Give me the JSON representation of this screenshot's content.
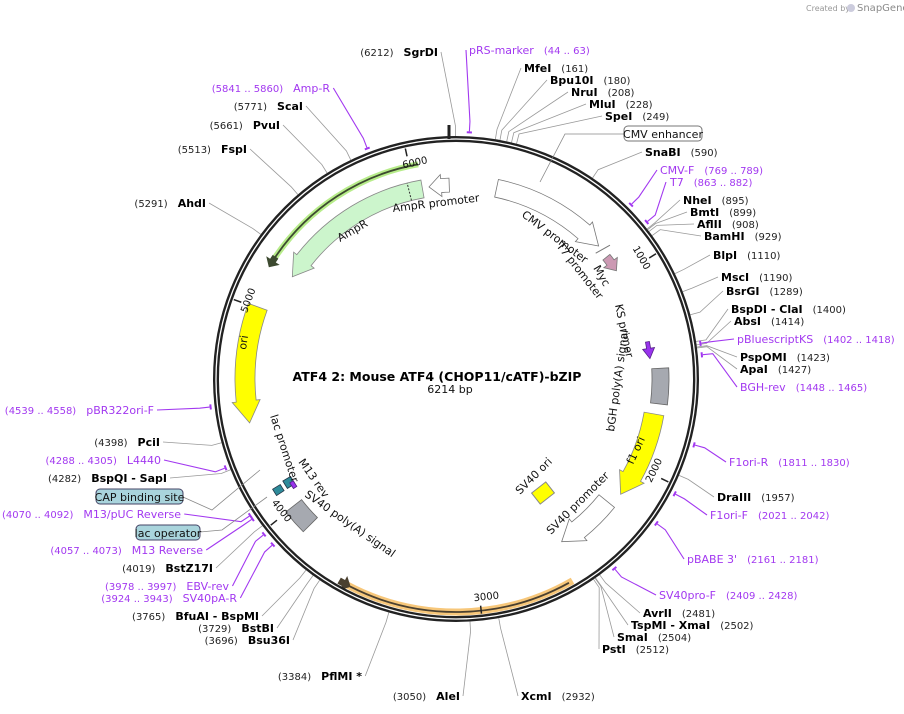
{
  "branding": {
    "created_by": "Created by",
    "app": "SnapGene"
  },
  "plasmid": {
    "title": "ATF4 2: Mouse ATF4 (CHOP11/cATF)-bZIP",
    "length": "6214 bp",
    "total_bp": 6214
  },
  "ticks": [
    "1000",
    "2000",
    "3000",
    "4000",
    "5000",
    "6000"
  ],
  "enzymes": [
    {
      "name": "SgrDI",
      "site": "(6212)",
      "pos": 6212
    },
    {
      "name": "MfeI",
      "site": "(161)",
      "pos": 161
    },
    {
      "name": "Bpu10I",
      "site": "(180)",
      "pos": 180
    },
    {
      "name": "NruI",
      "site": "(208)",
      "pos": 208
    },
    {
      "name": "MluI",
      "site": "(228)",
      "pos": 228
    },
    {
      "name": "SpeI",
      "site": "(249)",
      "pos": 249
    },
    {
      "name": "SnaBI",
      "site": "(590)",
      "pos": 590
    },
    {
      "name": "NheI",
      "site": "(895)",
      "pos": 895
    },
    {
      "name": "BmtI",
      "site": "(899)",
      "pos": 899
    },
    {
      "name": "AflII",
      "site": "(908)",
      "pos": 908
    },
    {
      "name": "BamHI",
      "site": "(929)",
      "pos": 929
    },
    {
      "name": "BlpI",
      "site": "(1110)",
      "pos": 1110
    },
    {
      "name": "MscI",
      "site": "(1190)",
      "pos": 1190
    },
    {
      "name": "BsrGI",
      "site": "(1289)",
      "pos": 1289
    },
    {
      "name": "BspDI - ClaI",
      "site": "(1400)",
      "pos": 1400
    },
    {
      "name": "AbsI",
      "site": "(1414)",
      "pos": 1414
    },
    {
      "name": "PspOMI",
      "site": "(1423)",
      "pos": 1423
    },
    {
      "name": "ApaI",
      "site": "(1427)",
      "pos": 1427
    },
    {
      "name": "DraIII",
      "site": "(1957)",
      "pos": 1957
    },
    {
      "name": "AvrII",
      "site": "(2481)",
      "pos": 2481
    },
    {
      "name": "TspMI - XmaI",
      "site": "(2502)",
      "pos": 2502
    },
    {
      "name": "SmaI",
      "site": "(2504)",
      "pos": 2504
    },
    {
      "name": "PstI",
      "site": "(2512)",
      "pos": 2512
    },
    {
      "name": "XcmI",
      "site": "(2932)",
      "pos": 2932
    },
    {
      "name": "AleI",
      "site": "(3050)",
      "pos": 3050
    },
    {
      "name": "PflMI *",
      "site": "(3384)",
      "pos": 3384
    },
    {
      "name": "Bsu36I",
      "site": "(3696)",
      "pos": 3696
    },
    {
      "name": "BstBI",
      "site": "(3729)",
      "pos": 3729
    },
    {
      "name": "BfuAI - BspMI",
      "site": "(3765)",
      "pos": 3765
    },
    {
      "name": "BstZ17I",
      "site": "(4019)",
      "pos": 4019
    },
    {
      "name": "BspQI - SapI",
      "site": "(4282)",
      "pos": 4282
    },
    {
      "name": "PciI",
      "site": "(4398)",
      "pos": 4398
    },
    {
      "name": "AhdI",
      "site": "(5291)",
      "pos": 5291
    },
    {
      "name": "FspI",
      "site": "(5513)",
      "pos": 5513
    },
    {
      "name": "PvuI",
      "site": "(5661)",
      "pos": 5661
    },
    {
      "name": "ScaI",
      "site": "(5771)",
      "pos": 5771
    }
  ],
  "primers": [
    {
      "name": "pRS-marker",
      "range": "(44 .. 63)",
      "start": 44,
      "end": 63
    },
    {
      "name": "CMV-F",
      "range": "(769 .. 789)",
      "start": 769,
      "end": 789
    },
    {
      "name": "T7",
      "range": "(863 .. 882)",
      "start": 863,
      "end": 882
    },
    {
      "name": "pBluescriptKS",
      "range": "(1402 .. 1418)",
      "start": 1402,
      "end": 1418
    },
    {
      "name": "BGH-rev",
      "range": "(1448 .. 1465)",
      "start": 1448,
      "end": 1465
    },
    {
      "name": "F1ori-R",
      "range": "(1811 .. 1830)",
      "start": 1811,
      "end": 1830
    },
    {
      "name": "F1ori-F",
      "range": "(2021 .. 2042)",
      "start": 2021,
      "end": 2042
    },
    {
      "name": "pBABE 3'",
      "range": "(2161 .. 2181)",
      "start": 2161,
      "end": 2181
    },
    {
      "name": "SV40pro-F",
      "range": "(2409 .. 2428)",
      "start": 2409,
      "end": 2428
    },
    {
      "name": "SV40pA-R",
      "range": "(3924 .. 3943)",
      "start": 3924,
      "end": 3943
    },
    {
      "name": "EBV-rev",
      "range": "(3978 .. 3997)",
      "start": 3978,
      "end": 3997
    },
    {
      "name": "M13 Reverse",
      "range": "(4057 .. 4073)",
      "start": 4057,
      "end": 4073
    },
    {
      "name": "M13/pUC Reverse",
      "range": "(4070 .. 4092)",
      "start": 4070,
      "end": 4092
    },
    {
      "name": "L4440",
      "range": "(4288 .. 4305)",
      "start": 4288,
      "end": 4305
    },
    {
      "name": "pBR322ori-F",
      "range": "(4539 .. 4558)",
      "start": 4539,
      "end": 4558
    },
    {
      "name": "Amp-R",
      "range": "(5841 .. 5860)",
      "start": 5841,
      "end": 5860
    }
  ],
  "boxed_features": {
    "cmv_enhancer": "CMV enhancer",
    "cap_binding_site": "CAP binding site",
    "lac_operator": "lac operator"
  },
  "features": {
    "ampr_promoter": "AmpR promoter",
    "ampr": "AmpR",
    "ori": "ori",
    "cmv_promoter": "CMV promoter",
    "t7_promoter": "T7 promoter",
    "myc": "Myc",
    "ks_primer": "KS primer",
    "bgh_polya": "bGH poly(A) signal",
    "f1_ori": "f1 ori",
    "sv40_ori": "SV40 ori",
    "sv40_promoter": "SV40 promoter",
    "lac_promoter": "lac promoter",
    "m13_rev": "M13 rev",
    "sv40_polya": "SV40 poly(A) signal"
  },
  "colors": {
    "primer": "#a238f0",
    "ori": "#ffff00",
    "ampr": "#ccf5cc",
    "orf": "#f7c77a",
    "ampr_orf": "#b7ec8a",
    "polya": "#a6a9b0",
    "myc": "#cc99b3",
    "lac": "#2e8b9a",
    "box_fill": "#a9d4dc"
  }
}
